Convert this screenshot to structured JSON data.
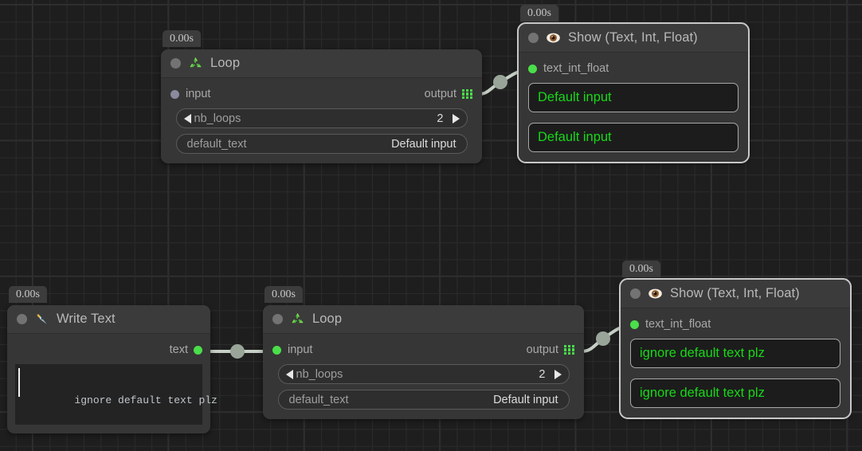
{
  "app": {
    "kind": "node-graph-editor",
    "canvas": {
      "grid": true,
      "bg_color": "#1e1e1e",
      "grid_color": "#2b2b2b",
      "grid_major_color": "#323232"
    }
  },
  "colors": {
    "node_body": "#363636",
    "node_header": "#3b3b3b",
    "port_connected": "#4ade4a",
    "port_unconnected": "#8a8a9e",
    "output_text_green": "#18d818",
    "wire": "#c5cfc5",
    "reroute_handle": "#9aa59a",
    "selection_outline": "#c8c8c8",
    "badge_bg": "#3c3c3c"
  },
  "nodes": [
    {
      "id": "loop-top",
      "timestamp": "0.00s",
      "title": "Loop",
      "icon": "recycle-icon",
      "selected": false,
      "input_port": {
        "label": "input",
        "state": "unconnected"
      },
      "output_port": {
        "label": "output",
        "icon": "grid-output-icon"
      },
      "widgets": [
        {
          "type": "stepper",
          "name": "nb_loops",
          "value": "2",
          "prev_label": "◀",
          "next_label": "▶"
        },
        {
          "type": "field",
          "name": "default_text",
          "value": "Default input"
        }
      ]
    },
    {
      "id": "show-top",
      "timestamp": "0.00s",
      "title": "Show (Text, Int, Float)",
      "icon": "eye-icon",
      "selected": true,
      "input_port": {
        "label": "text_int_float",
        "state": "connected"
      },
      "outputs": [
        "Default input",
        "Default input"
      ]
    },
    {
      "id": "write-text",
      "timestamp": "0.00s",
      "title": "Write Text",
      "icon": "pen-nib-icon",
      "selected": false,
      "output_port": {
        "label": "text",
        "state": "connected"
      },
      "editor": {
        "value": "ignore default text plz",
        "caret": true
      }
    },
    {
      "id": "loop-bottom",
      "timestamp": "0.00s",
      "title": "Loop",
      "icon": "recycle-icon",
      "selected": false,
      "input_port": {
        "label": "input",
        "state": "connected"
      },
      "output_port": {
        "label": "output",
        "icon": "grid-output-icon"
      },
      "widgets": [
        {
          "type": "stepper",
          "name": "nb_loops",
          "value": "2",
          "prev_label": "◀",
          "next_label": "▶"
        },
        {
          "type": "field",
          "name": "default_text",
          "value": "Default input"
        }
      ]
    },
    {
      "id": "show-bottom",
      "timestamp": "0.00s",
      "title": "Show (Text, Int, Float)",
      "icon": "eye-icon",
      "selected": true,
      "input_port": {
        "label": "text_int_float",
        "state": "connected"
      },
      "outputs": [
        "ignore default text plz",
        "ignore default text plz"
      ]
    }
  ],
  "wires": [
    {
      "from": "loop-top.output",
      "to": "show-top.text_int_float",
      "handle": true
    },
    {
      "from": "write-text.text",
      "to": "loop-bottom.input",
      "handle": true
    },
    {
      "from": "loop-bottom.output",
      "to": "show-bottom.text_int_float",
      "handle": true
    }
  ]
}
